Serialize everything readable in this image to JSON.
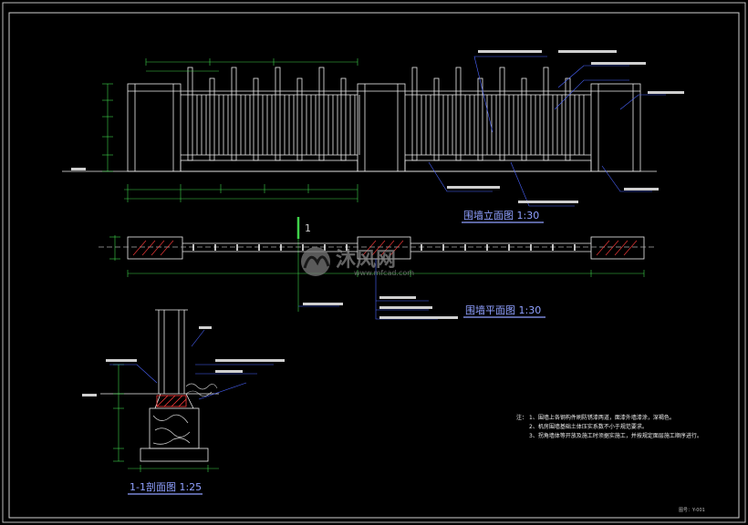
{
  "drawing": {
    "colors": {
      "background": "#000000",
      "frame": "#d0d0d0",
      "wall": "#f2f2f2",
      "dimension": "#3fd24a",
      "leader": "#4a64ff",
      "hatch": "#ff3b3b",
      "title": "#8fa0ff",
      "note": "#f0f0f0"
    },
    "views": {
      "elevation": {
        "title": "围墙立面图  1:30"
      },
      "plan": {
        "title": "围墙平面图  1:30"
      },
      "section": {
        "title": "1-1剖面图  1:25"
      },
      "section_mark": "1"
    },
    "notes": {
      "prefix": "注：",
      "items": [
        "1、围墙上各钢构件刷防锈漆两道，面漆外墙漆涂，深褐色。",
        "2、机房围墙基础土体压实系数不小于规范要求。",
        "3、拐角墙体等开放及施工时须据实施工，并按规定面层施工顺序进行。"
      ]
    },
    "watermark": {
      "brand": "沐风网",
      "url": "www.mfcad.com"
    },
    "drawing_no": "图号：Y-001"
  }
}
